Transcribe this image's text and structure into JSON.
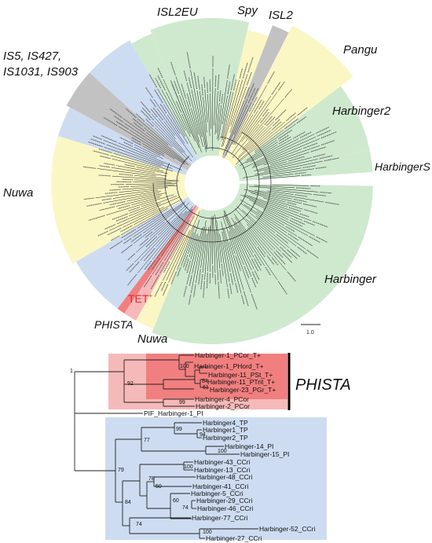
{
  "colors": {
    "green": "#cfe9cf",
    "yellow": "#fbf7c4",
    "blue": "#cddcf1",
    "gray": "#c2c2c2",
    "red": "#f17f7f",
    "pink": "#f6b9b9",
    "tet_red": "#e8262a",
    "branch": "#222222",
    "phista_bar": "#000000"
  },
  "circular_tree": {
    "clade_labels": {
      "isl2eu": "ISL2EU",
      "spy": "Spy",
      "isl2": "ISL2",
      "pangu": "Pangu",
      "is_line1": "IS5, IS427,",
      "is_line2": "IS1031, IS903",
      "harbinger2": "Harbinger2",
      "harbingers": "HarbingerS",
      "nuwa_left": "Nuwa",
      "harbinger": "Harbinger",
      "tet": "TET",
      "tet_sup": "+",
      "phista": "PHISTA",
      "nuwa_bottom": "Nuwa"
    },
    "scale_label": "1.0"
  },
  "subtree": {
    "root_label": "1",
    "phista_label": "PHISTA",
    "leaves": {
      "l1": "Harbinger-1_PCor_T+",
      "l2": "Harbinger-1_PHord_T+",
      "l3": "Harbinger-11_PSt_T+",
      "l4": "Harbinger-11_PTrit_T+",
      "l5": "Harbinger-23_PGr_T+",
      "l6": "Harbinger-4_PCor",
      "l7": "Harbinger-2_PCor",
      "l8": "PIF_Harbinger-1_PI",
      "l9": "Harbinger4_TP",
      "l10": "Harbinger1_TP",
      "l11": "Harbinger2_TP",
      "l12": "Harbinger-14_PI",
      "l13": "Harbinger-15_PI",
      "l14": "Harbinger-43_CCri",
      "l15": "Harbinger-13_CCri",
      "l16": "Harbinger-48_CCri",
      "l17": "Harbinger-41_CCri",
      "l18": "Harbinger-5_CCri",
      "l19": "Harbinger-29_CCri",
      "l20": "Harbinger-46_CCri",
      "l21": "Harbinger-77_CCri",
      "l22": "Harbinger-52_CCri",
      "l23": "Harbinger-27_CCri"
    },
    "support": {
      "s100a": "100",
      "s84": "84",
      "s61": "61",
      "s92": "92",
      "s99a": "99",
      "s99b": "99",
      "s94": "94",
      "s77": "77",
      "s100b": "100",
      "s79": "79",
      "s100c": "100",
      "s78": "78",
      "s50": "50",
      "s60": "60",
      "s74a": "74",
      "s84b": "84",
      "s74b": "74",
      "s100d": "100"
    }
  }
}
